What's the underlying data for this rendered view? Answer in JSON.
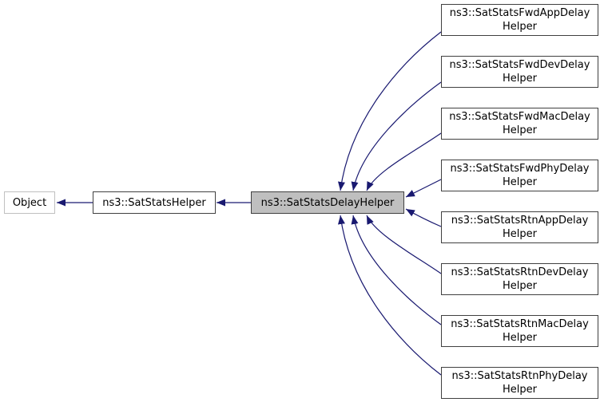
{
  "diagram": {
    "type": "class-inheritance-graph",
    "colors": {
      "background": "#ffffff",
      "arrow": "#191970",
      "node_border": "#404040",
      "external_node_border": "#c0c0c0",
      "node_fill": "#ffffff",
      "highlight_fill": "#bfbfbf",
      "text": "#000000"
    },
    "nodes": {
      "object": {
        "label": "Object"
      },
      "helper": {
        "label": "ns3::SatStatsHelper"
      },
      "delay_helper": {
        "label": "ns3::SatStatsDelayHelper"
      },
      "derived": [
        {
          "line1": "ns3::SatStatsFwdAppDelay",
          "line2": "Helper"
        },
        {
          "line1": "ns3::SatStatsFwdDevDelay",
          "line2": "Helper"
        },
        {
          "line1": "ns3::SatStatsFwdMacDelay",
          "line2": "Helper"
        },
        {
          "line1": "ns3::SatStatsFwdPhyDelay",
          "line2": "Helper"
        },
        {
          "line1": "ns3::SatStatsRtnAppDelay",
          "line2": "Helper"
        },
        {
          "line1": "ns3::SatStatsRtnDevDelay",
          "line2": "Helper"
        },
        {
          "line1": "ns3::SatStatsRtnMacDelay",
          "line2": "Helper"
        },
        {
          "line1": "ns3::SatStatsRtnPhyDelay",
          "line2": "Helper"
        }
      ]
    },
    "edges": [
      {
        "from": "ns3::SatStatsHelper",
        "to": "Object",
        "type": "inheritance"
      },
      {
        "from": "ns3::SatStatsDelayHelper",
        "to": "ns3::SatStatsHelper",
        "type": "inheritance"
      },
      {
        "from": "ns3::SatStatsFwdAppDelayHelper",
        "to": "ns3::SatStatsDelayHelper",
        "type": "inheritance"
      },
      {
        "from": "ns3::SatStatsFwdDevDelayHelper",
        "to": "ns3::SatStatsDelayHelper",
        "type": "inheritance"
      },
      {
        "from": "ns3::SatStatsFwdMacDelayHelper",
        "to": "ns3::SatStatsDelayHelper",
        "type": "inheritance"
      },
      {
        "from": "ns3::SatStatsFwdPhyDelayHelper",
        "to": "ns3::SatStatsDelayHelper",
        "type": "inheritance"
      },
      {
        "from": "ns3::SatStatsRtnAppDelayHelper",
        "to": "ns3::SatStatsDelayHelper",
        "type": "inheritance"
      },
      {
        "from": "ns3::SatStatsRtnDevDelayHelper",
        "to": "ns3::SatStatsDelayHelper",
        "type": "inheritance"
      },
      {
        "from": "ns3::SatStatsRtnMacDelayHelper",
        "to": "ns3::SatStatsDelayHelper",
        "type": "inheritance"
      },
      {
        "from": "ns3::SatStatsRtnPhyDelayHelper",
        "to": "ns3::SatStatsDelayHelper",
        "type": "inheritance"
      }
    ]
  }
}
